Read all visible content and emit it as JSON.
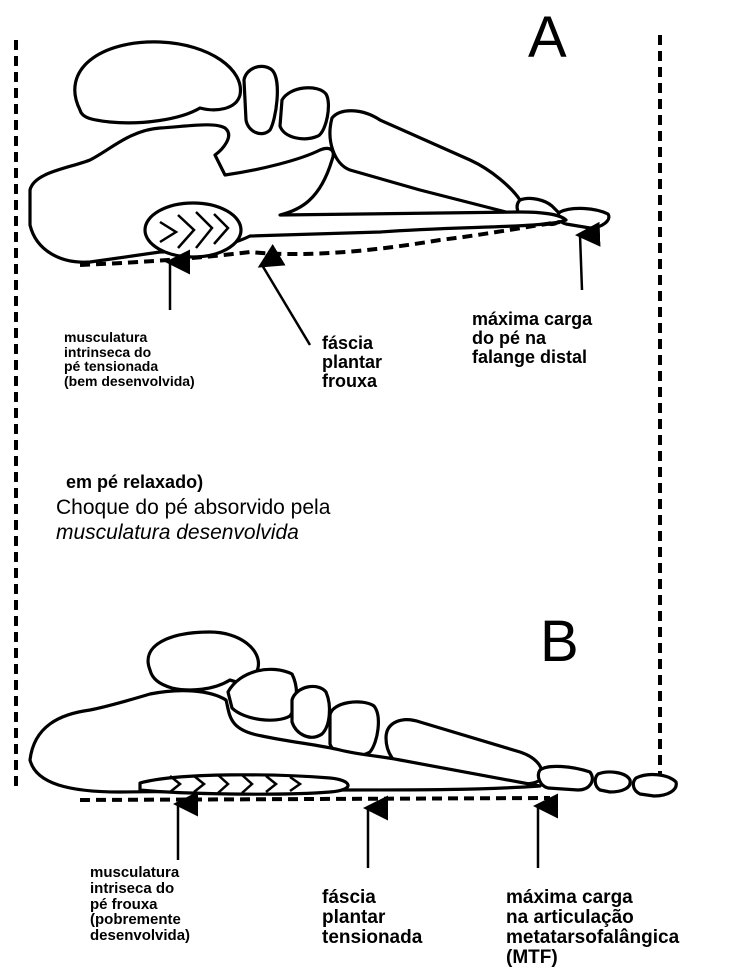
{
  "panel_a": {
    "letter": "A",
    "label_muscle": "musculatura\nintrinseca do\npé tensionada\n(bem desenvolvida)",
    "label_fascia": "fáscia\nplantar\nfrouxa",
    "label_load": "máxima carga\ndo pé na\nfalange distal"
  },
  "caption": {
    "line1": "em pé relaxado)",
    "line2": "Choque do pé absorvido pela",
    "line3": "musculatura desenvolvida"
  },
  "panel_b": {
    "letter": "B",
    "label_muscle": "musculatura\nintriseca do\npé frouxa\n(pobremente\ndesenvolvida)",
    "label_fascia": "fáscia\nplantar\ntensionada",
    "label_load": "máxima carga\nna articulação\nmetatarsofalângica\n(MTF)"
  }
}
